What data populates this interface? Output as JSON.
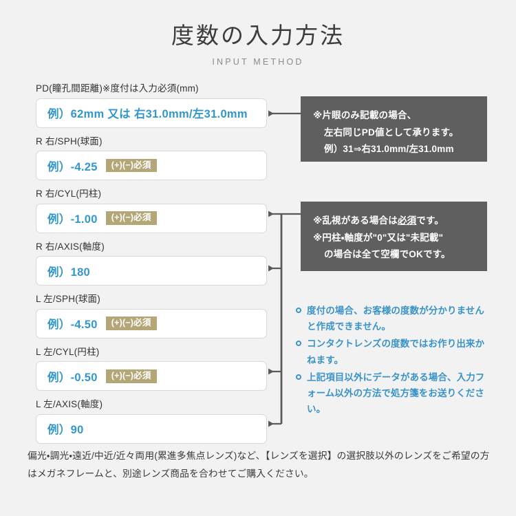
{
  "header": {
    "title_ja": "度数の入力方法",
    "title_en": "INPUT METHOD"
  },
  "form": {
    "fields": [
      {
        "label": "PD(瞳孔間距離)※度付は入力必須(mm)",
        "value": "例）62mm 又は 右31.0mm/左31.0mm",
        "badge": ""
      },
      {
        "label": "R 右/SPH(球面)",
        "value": "例）-4.25",
        "badge": "(+)(−)必須"
      },
      {
        "label": "R 右/CYL(円柱)",
        "value": "例）-1.00",
        "badge": "(+)(−)必須"
      },
      {
        "label": "R 右/AXIS(軸度)",
        "value": "例）180",
        "badge": ""
      },
      {
        "label": "L 左/SPH(球面)",
        "value": "例）-4.50",
        "badge": "(+)(−)必須"
      },
      {
        "label": "L 左/CYL(円柱)",
        "value": "例）-0.50",
        "badge": "(+)(−)必須"
      },
      {
        "label": "L 左/AXIS(軸度)",
        "value": "例）90",
        "badge": ""
      }
    ]
  },
  "notes": {
    "pd_note": {
      "line1": "※片眼のみ記載の場合、",
      "line2": "左右同じPD値として承ります。",
      "line3": "例）31⇒右31.0mm/左31.0mm"
    },
    "cyl_note": {
      "line1_a": "※乱視がある場合は",
      "line1_u": "必須",
      "line1_b": "です。",
      "line2": "※円柱・軸度が\"0\"又は\"未記載\"",
      "line3": "の場合は全て空欄でOKです。"
    }
  },
  "bullets": [
    "度付の場合、お客様の度数が分かりませんと作成できません。",
    "コンタクトレンズの度数ではお作り出来かねます。",
    "上記項目以外にデータがある場合、入力フォーム以外の方法で処方箋をお送りください。"
  ],
  "footer": {
    "text": "偏光・調光・遠近/中近/近々両用(累進多焦点レンズ)など、【レンズを選択】の選択肢以外のレンズをご希望の方はメガネフレームと、別途レンズ商品を合わせてご購入ください。"
  },
  "colors": {
    "background": "#f2f2f2",
    "accent_blue": "#3297cd",
    "badge_khaki": "#b5a678",
    "note_gray": "#5f5f5f",
    "connector": "#5a5a5a"
  }
}
